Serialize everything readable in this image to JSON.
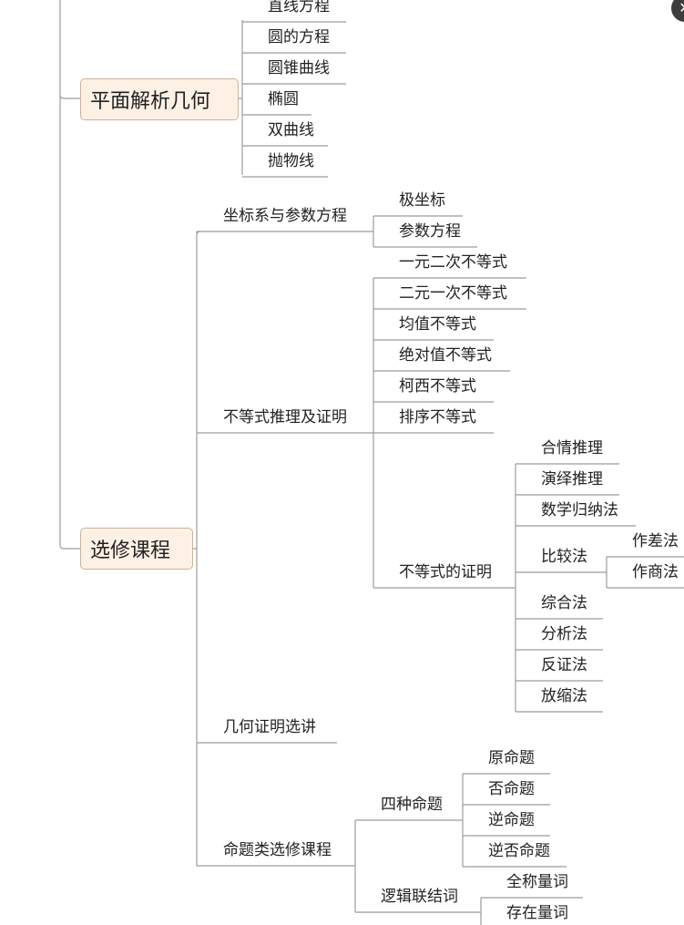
{
  "colors": {
    "line": "#9c9c9c",
    "box_bg": "#fdf1e6",
    "box_border": "#c8b49c",
    "text": "#222222"
  },
  "icons": {
    "corner": "close-icon"
  },
  "nodes": {
    "n1": "直线方程",
    "n2": "圆的方程",
    "n3": "圆锥曲线",
    "n4": "椭圆",
    "n5": "双曲线",
    "n6": "抛物线",
    "b1": "平面解析几何",
    "b2": "选修课程",
    "c1": "坐标系与参数方程",
    "c1a": "极坐标",
    "c1b": "参数方程",
    "c2": "不等式推理及证明",
    "c2a": "一元二次不等式",
    "c2b": "二元一次不等式",
    "c2c": "均值不等式",
    "c2d": "绝对值不等式",
    "c2e": "柯西不等式",
    "c2f": "排序不等式",
    "c2g": "不等式的证明",
    "p1": "合情推理",
    "p2": "演绎推理",
    "p3": "数学归纳法",
    "p4": "比较法",
    "p4a": "作差法",
    "p4b": "作商法",
    "p5": "综合法",
    "p6": "分析法",
    "p7": "反证法",
    "p8": "放缩法",
    "c3": "几何证明选讲",
    "c4": "命题类选修课程",
    "d1": "四种命题",
    "d1a": "原命题",
    "d1b": "否命题",
    "d1c": "逆命题",
    "d1d": "逆否命题",
    "d2": "逻辑联结词",
    "d2a": "全称量词",
    "d2b": "存在量词"
  }
}
